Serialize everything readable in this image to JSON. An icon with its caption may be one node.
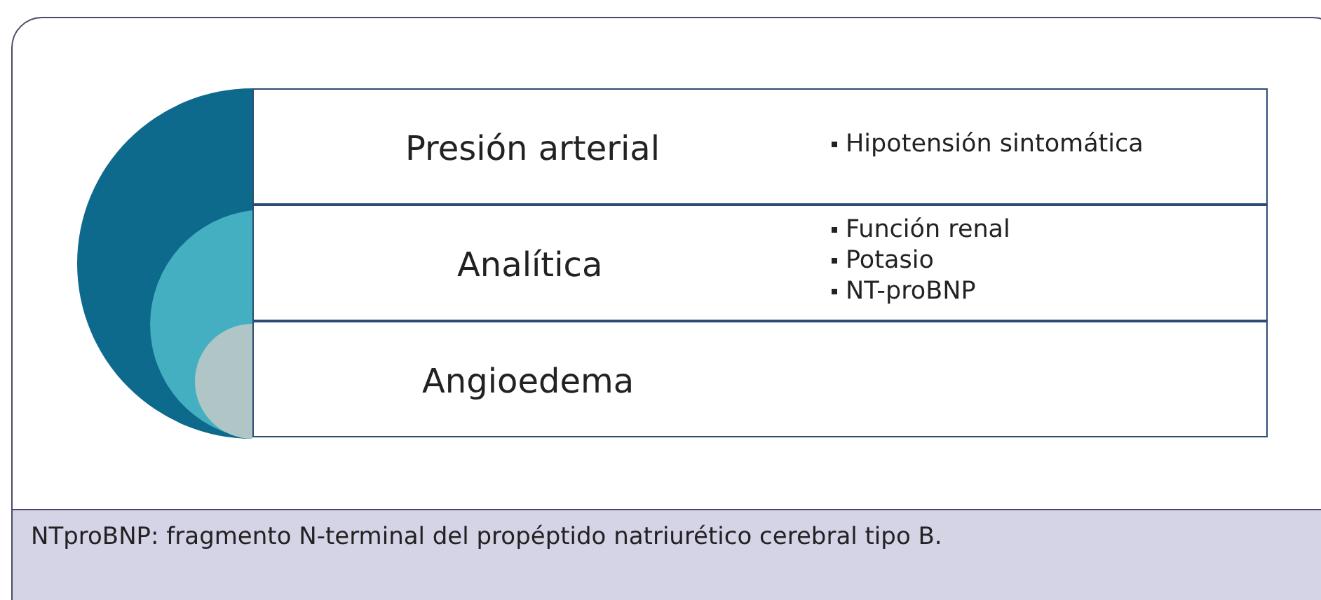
{
  "diagram": {
    "caption": "NTproBNP: fragmento N-terminal del propéptido natriurético cerebral tipo B.",
    "nodes": [
      {
        "text": [
          "Presión arterial",
          "Hipotensión sintomática"
        ]
      },
      {
        "text": [
          "Analítica",
          "Función renal",
          "Potasio",
          "NT-proBNP"
        ]
      },
      {
        "text": [
          "Angioedema"
        ]
      }
    ]
  }
}
